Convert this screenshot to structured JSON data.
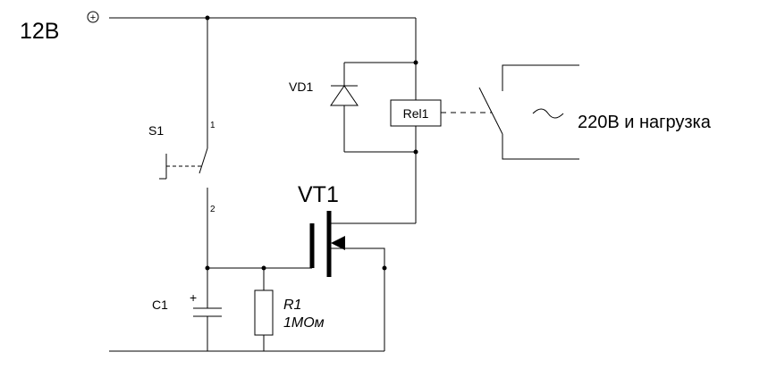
{
  "supply": {
    "label": "12B",
    "polarity": "+"
  },
  "switch": {
    "ref": "S1",
    "pin1": "1",
    "pin2": "2"
  },
  "diode": {
    "ref": "VD1"
  },
  "relay": {
    "ref": "Rel1"
  },
  "transistor": {
    "ref": "VT1"
  },
  "capacitor": {
    "ref": "C1",
    "polarity": "+"
  },
  "resistor": {
    "ref": "R1",
    "value": "1МОм"
  },
  "load": {
    "symbol": "~",
    "label": "220В и нагрузка"
  }
}
